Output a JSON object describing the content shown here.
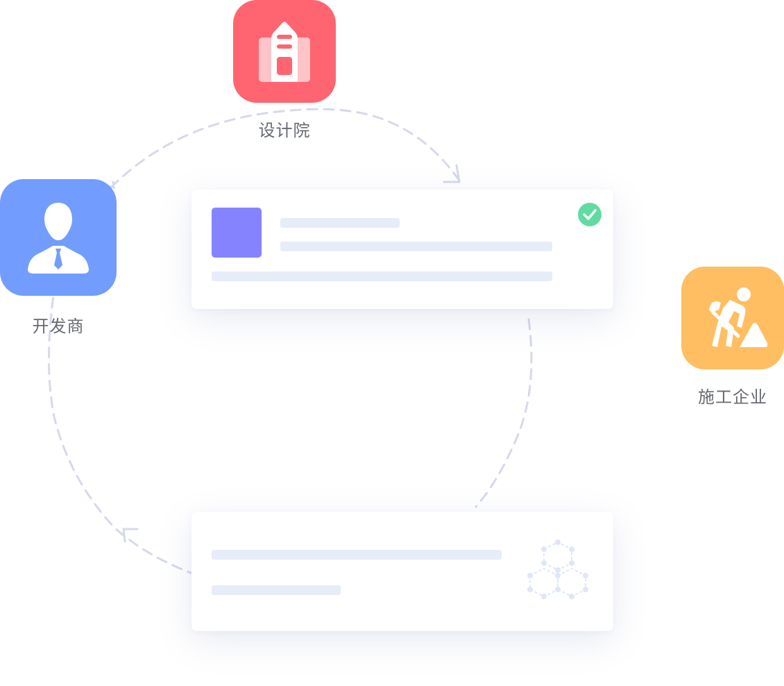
{
  "nodes": {
    "design_institute": {
      "label": "设计院",
      "color": "#ff6570",
      "icon": "building-icon"
    },
    "developer": {
      "label": "开发商",
      "color": "#729dfe",
      "icon": "businessman-icon"
    },
    "construction": {
      "label": "施工企业",
      "color": "#ffbe62",
      "icon": "construction-worker-icon"
    }
  },
  "cards": {
    "top": {
      "thumb_color": "#8584fe",
      "check_color": "#62dba2",
      "icon": "check-circle-icon"
    },
    "bottom": {
      "icon": "hexagon-network-icon"
    }
  },
  "colors": {
    "ring": "#d5d9ea",
    "placeholder": "#e6edf8",
    "label": "#666a70"
  }
}
